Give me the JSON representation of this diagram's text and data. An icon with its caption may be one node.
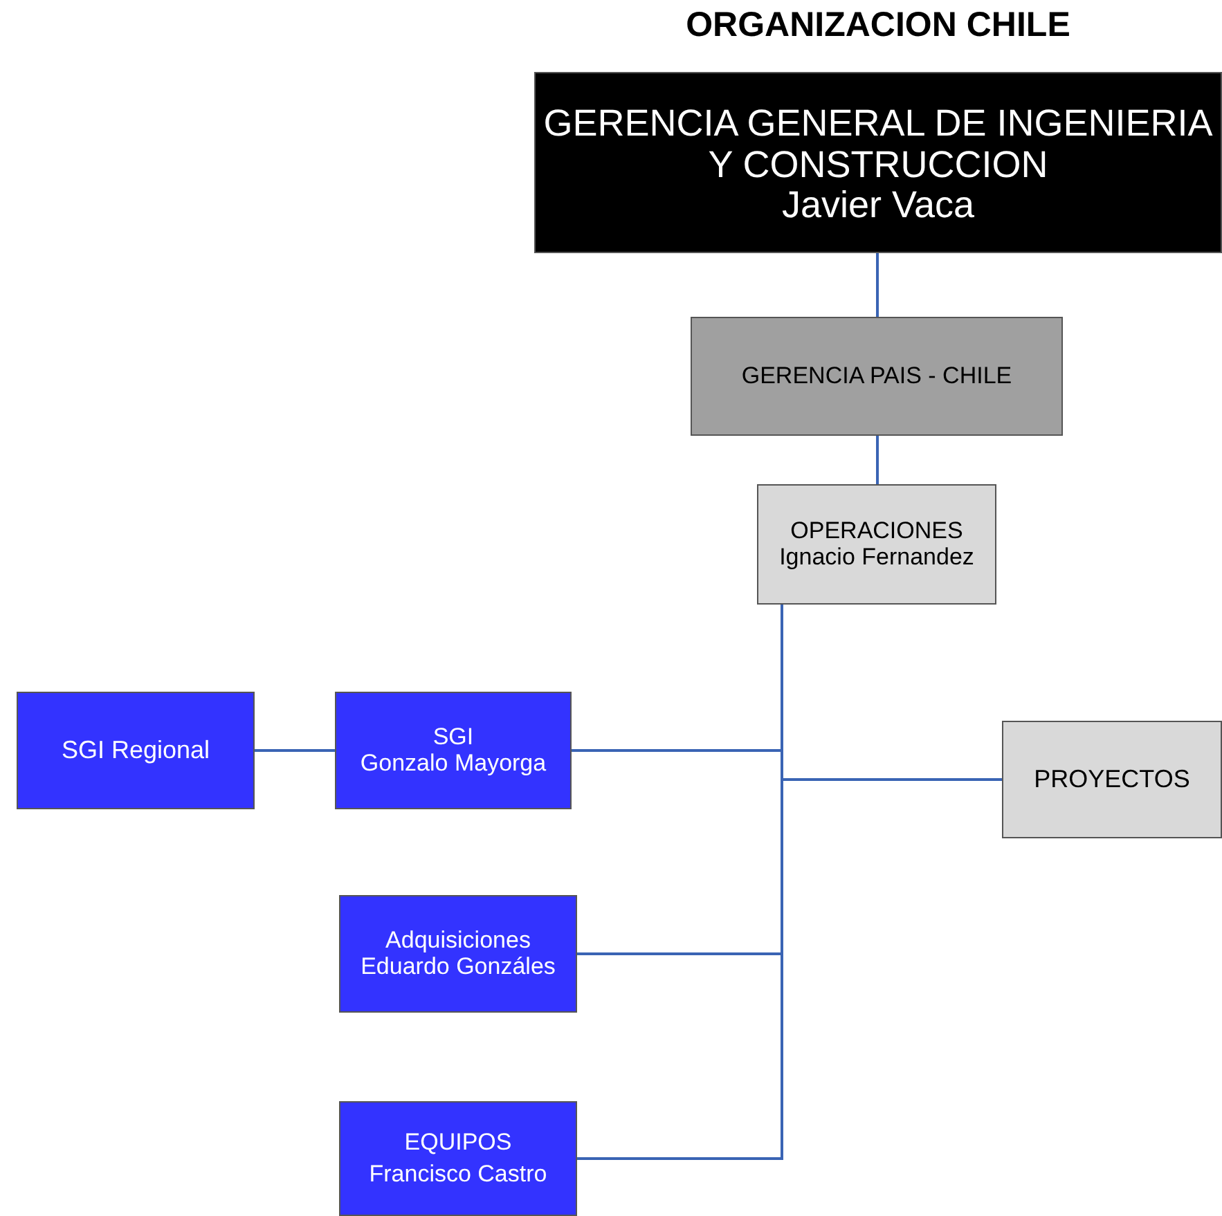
{
  "diagram": {
    "title": "ORGANIZACION CHILE",
    "nodes": [
      {
        "text": [
          "GERENCIA GENERAL DE INGENIERIA Y CONSTRUCCION",
          "Javier Vaca"
        ]
      },
      {
        "text": [
          "GERENCIA PAIS - CHILE"
        ]
      },
      {
        "text": [
          "OPERACIONES",
          "Ignacio Fernandez"
        ]
      },
      {
        "text": [
          "SGI Regional"
        ]
      },
      {
        "text": [
          "SGI",
          "Gonzalo Mayorga"
        ]
      },
      {
        "text": [
          "PROYECTOS"
        ]
      },
      {
        "text": [
          "Adquisiciones",
          "Eduardo Gonzáles"
        ]
      },
      {
        "text": [
          "EQUIPOS",
          "Francisco Castro"
        ]
      }
    ],
    "edges": [
      {
        "from": 0,
        "to": 1,
        "arrow": "none"
      },
      {
        "from": 1,
        "to": 2,
        "arrow": "none"
      },
      {
        "from": 2,
        "to": 4,
        "arrow": "none"
      },
      {
        "from": 2,
        "to": 5,
        "arrow": "none"
      },
      {
        "from": 2,
        "to": 6,
        "arrow": "none"
      },
      {
        "from": 2,
        "to": 7,
        "arrow": "none"
      },
      {
        "from": 3,
        "to": 4,
        "arrow": "none"
      }
    ]
  }
}
